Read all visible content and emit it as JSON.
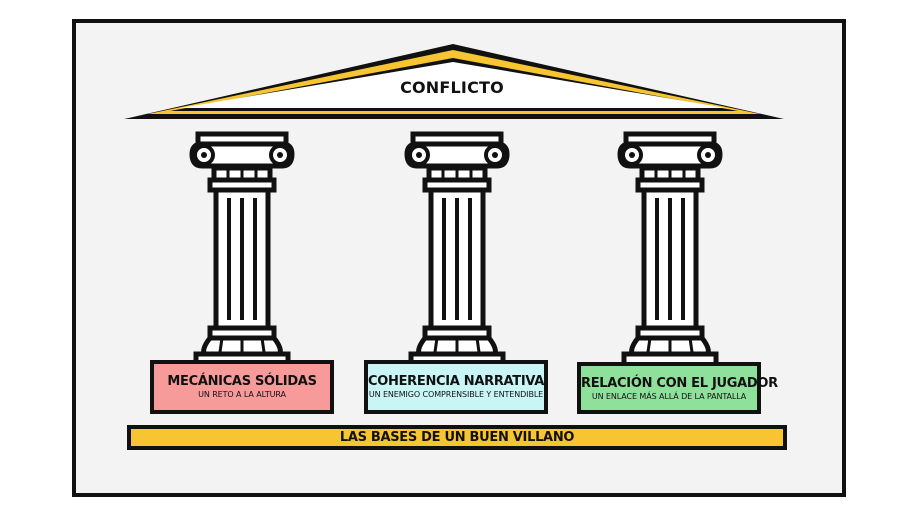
{
  "roof": {
    "title": "CONFLICTO"
  },
  "pillars": [
    {
      "title": "MECÁNICAS SÓLIDAS",
      "subtitle": "UN RETO A LA ALTURA"
    },
    {
      "title": "COHERENCIA NARRATIVA",
      "subtitle": "UN ENEMIGO COMPRENSIBLE Y ENTENDIBLE"
    },
    {
      "title": "RELACIÓN CON EL JUGADOR",
      "subtitle": "UN ENLACE MÁS ALLÁ DE LA PANTALLA"
    }
  ],
  "base": {
    "title": "LAS BASES DE UN BUEN VILLANO"
  },
  "colors": {
    "frame_bg": "#f3f3f3",
    "outline": "#111111",
    "gold": "#f7c532",
    "pillar_1_box": "#f69a9a",
    "pillar_2_box": "#c9f5f7",
    "pillar_3_box": "#8fe09b",
    "base_bar": "#f7c532"
  },
  "icons": [
    "greek-column-icon",
    "pediment-roof-icon"
  ]
}
